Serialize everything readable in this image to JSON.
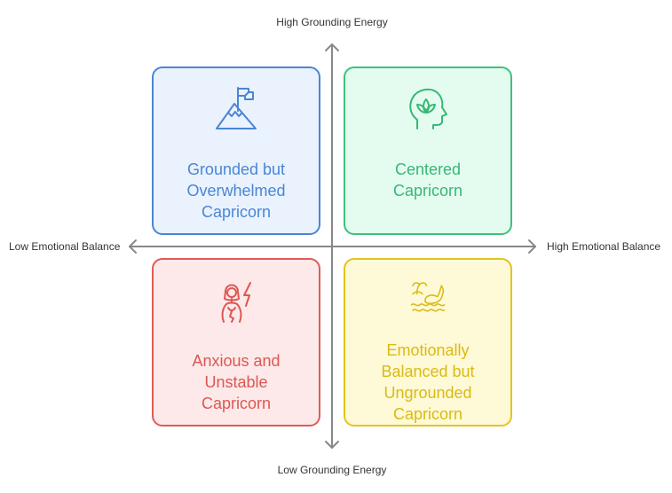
{
  "axes": {
    "y_top": "High Grounding Energy",
    "y_bottom": "Low Grounding Energy",
    "x_left": "Low Emotional Balance",
    "x_right": "High Emotional Balance"
  },
  "quadrants": {
    "top_left": {
      "label": "Grounded but\nOverwhelmed\nCapricorn",
      "icon": "mountain-flag-icon",
      "color": "#4a86d4"
    },
    "top_right": {
      "label": "Centered\nCapricorn",
      "icon": "mindful-head-icon",
      "color": "#3cc27c"
    },
    "bottom_left": {
      "label": "Anxious and\nUnstable\nCapricorn",
      "icon": "woman-lightning-icon",
      "color": "#df5b57"
    },
    "bottom_right": {
      "label": "Emotionally\nBalanced but\nUngrounded\nCapricorn",
      "icon": "whale-island-icon",
      "color": "#e2c41e"
    }
  }
}
